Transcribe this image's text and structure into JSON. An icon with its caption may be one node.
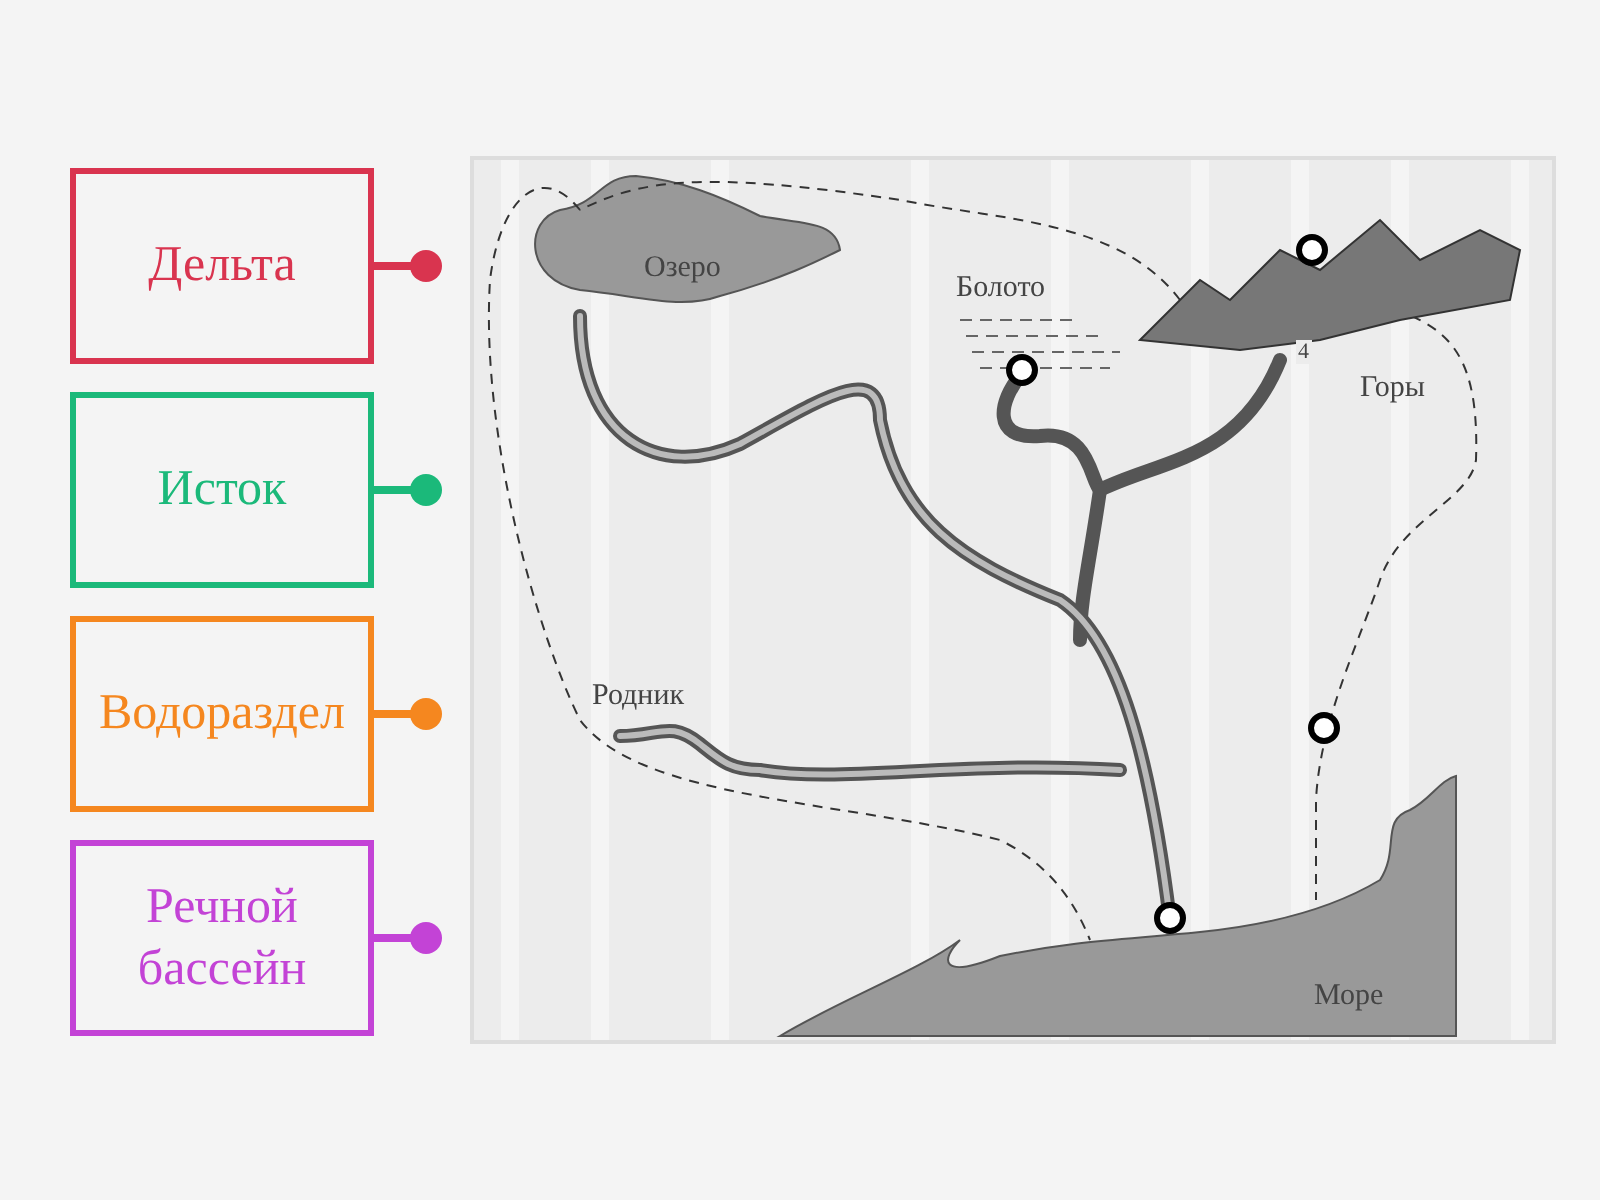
{
  "diagram": {
    "nodes": [
      {
        "text": [
          "Дельта"
        ]
      },
      {
        "text": [
          "Исток"
        ]
      },
      {
        "text": [
          "Водораздел"
        ]
      },
      {
        "text": [
          "Речной бассейн"
        ]
      },
      {
        "text": [],
        "shape": "circle"
      },
      {
        "text": [],
        "shape": "circle"
      },
      {
        "text": [],
        "shape": "circle"
      },
      {
        "text": [],
        "shape": "circle"
      }
    ],
    "labels": [
      "Озеро",
      "Болото",
      "4",
      "Горы",
      "Родник",
      "Море"
    ]
  }
}
